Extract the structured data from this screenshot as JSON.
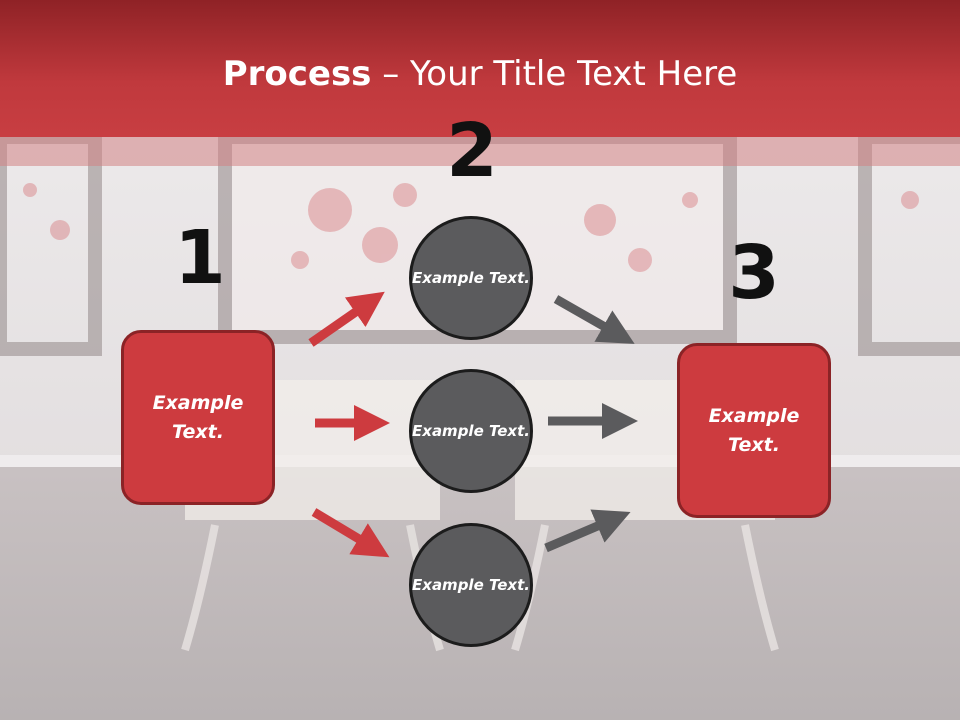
{
  "header": {
    "title_bold": "Process",
    "title_rest": " – Your Title Text Here"
  },
  "steps": [
    {
      "number": "1",
      "text": "Example Text."
    },
    {
      "number": "2",
      "text": "Example Text."
    },
    {
      "number": "3",
      "text": "Example Text."
    }
  ],
  "middle_circles": [
    {
      "text": "Example Text."
    },
    {
      "text": "Example Text."
    },
    {
      "text": "Example Text."
    }
  ],
  "colors": {
    "accent_red": "#cd3b3f",
    "dark_red": "#8b2326",
    "circle_gray": "#5b5b5d",
    "arrow_gray": "#5b5b5d"
  }
}
